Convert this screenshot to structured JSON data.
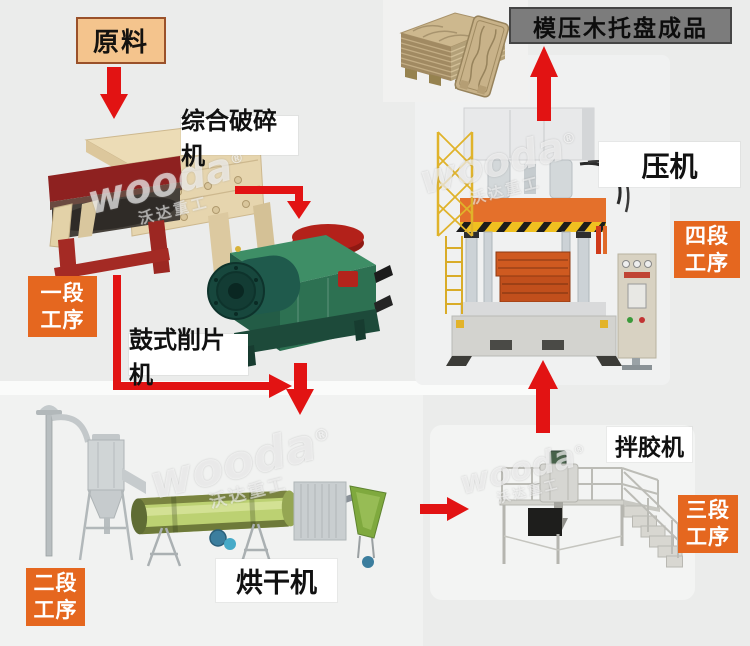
{
  "flow": {
    "raw_material": "原料",
    "finished_product": "模压木托盘成品",
    "machines": [
      {
        "id": "crusher",
        "label": "综合破碎机"
      },
      {
        "id": "chipper",
        "label": "鼓式削片机"
      },
      {
        "id": "dryer",
        "label": "烘干机"
      },
      {
        "id": "mixer",
        "label": "拌胶机"
      },
      {
        "id": "press",
        "label": "压机"
      }
    ],
    "stages": [
      {
        "id": "stage-1",
        "label": "一段\n工序"
      },
      {
        "id": "stage-2",
        "label": "二段\n工序"
      },
      {
        "id": "stage-3",
        "label": "三段\n工序"
      },
      {
        "id": "stage-4",
        "label": "四段\n工序"
      }
    ]
  },
  "watermark": {
    "brand": "wooda",
    "registered": "®",
    "company": "沃达重工"
  },
  "colors": {
    "arrow_red": "#e21313",
    "stage_orange": "#e5671f",
    "raw_fill": "#f4c48d",
    "raw_border": "#9a512a",
    "product_fill": "#7c7c7c",
    "product_border": "#454545",
    "label_bg": "#ffffff"
  }
}
